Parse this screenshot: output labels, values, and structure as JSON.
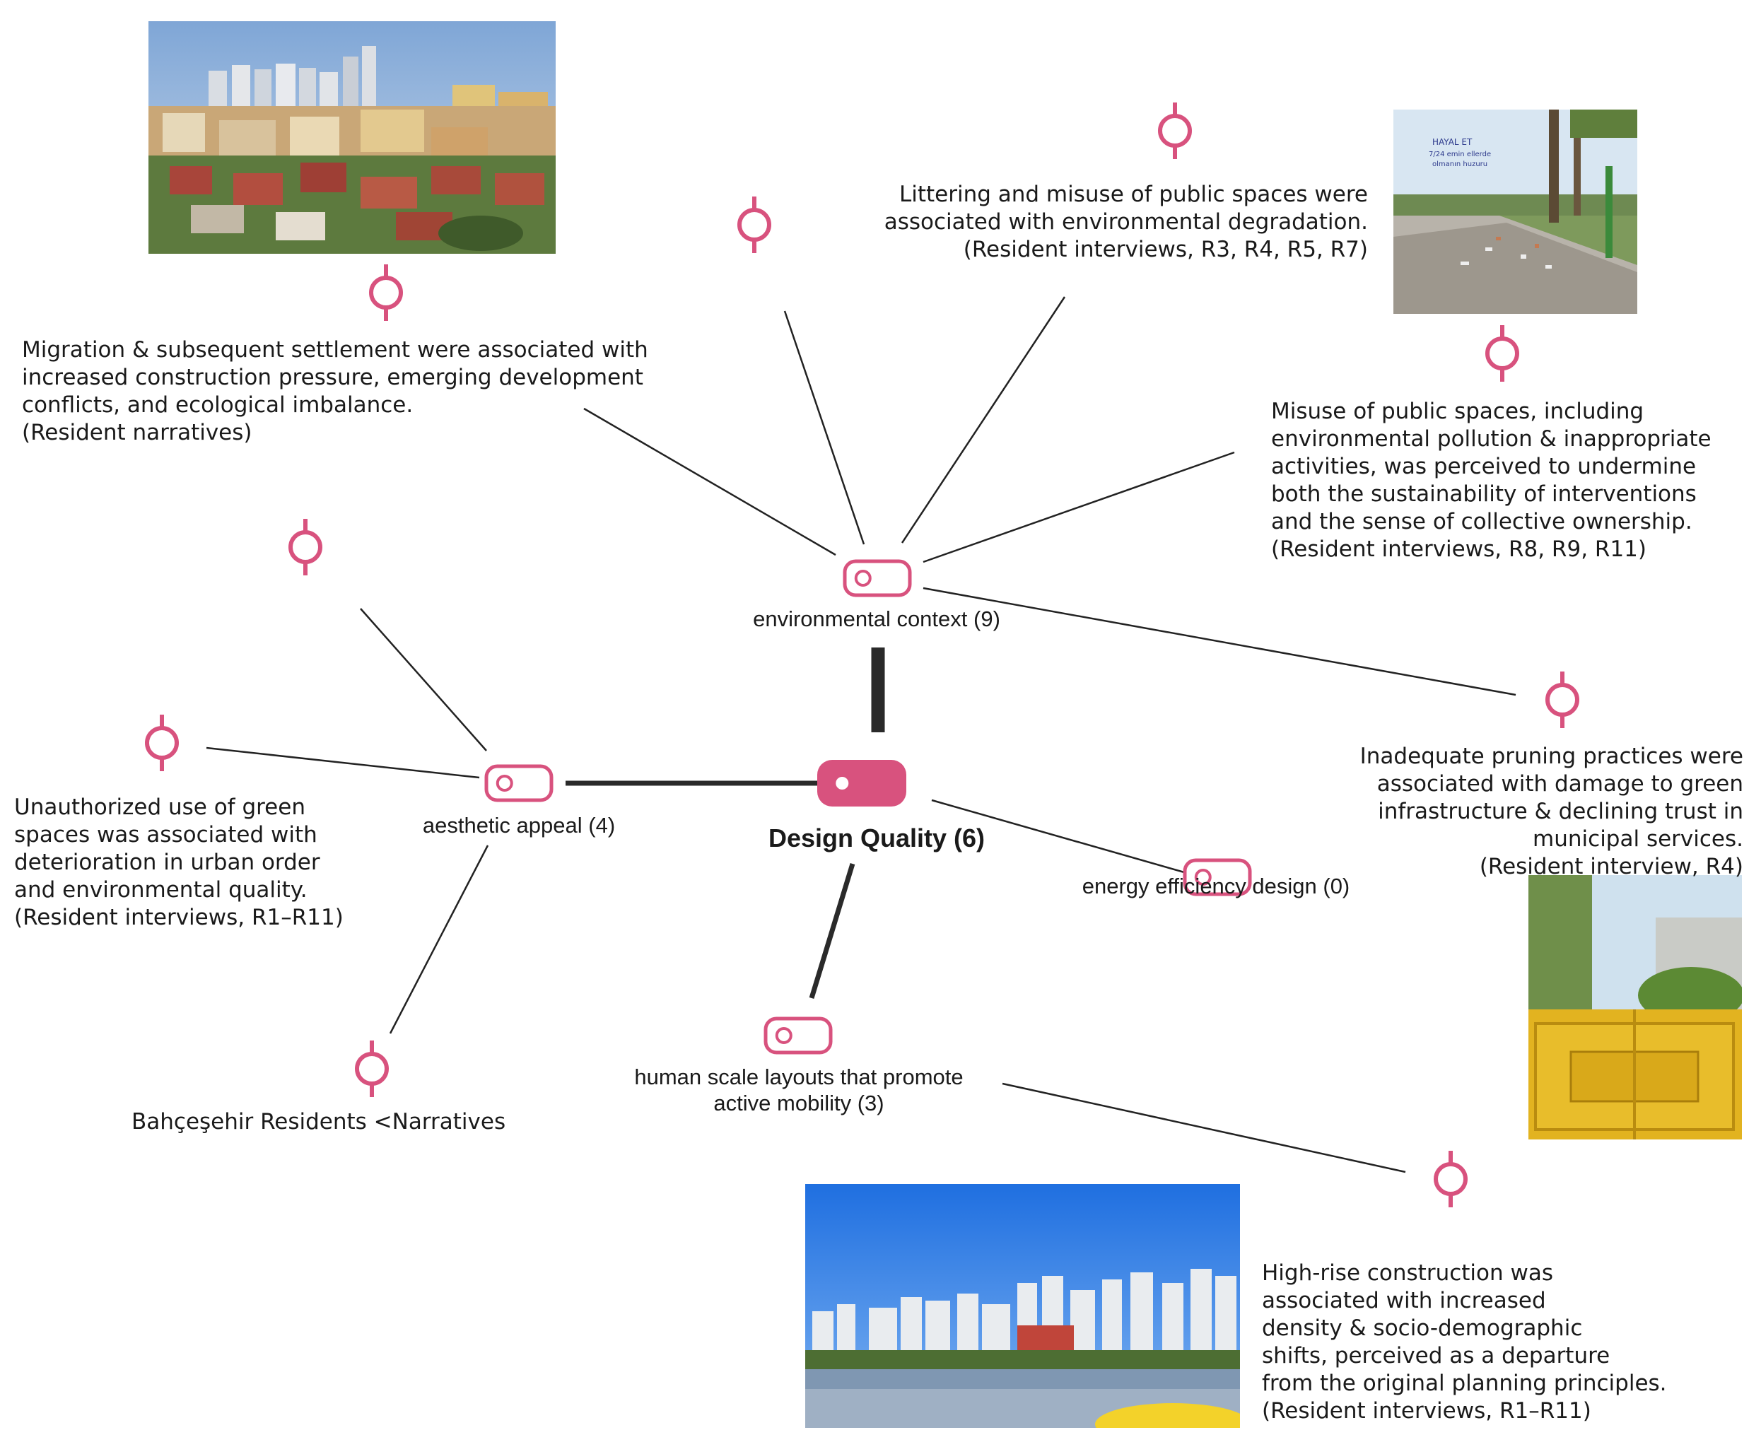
{
  "colors": {
    "accent": "#d8527e",
    "line": "#222222"
  },
  "core": {
    "label": "Design Quality (6)",
    "icon": "code-tag-icon"
  },
  "codes": [
    {
      "id": "environmental-context",
      "label": "environmental context (9)"
    },
    {
      "id": "aesthetic-appeal",
      "label": "aesthetic appeal (4)"
    },
    {
      "id": "energy-efficiency",
      "label": "energy efficiency design (0)"
    },
    {
      "id": "human-scale",
      "label": "human scale layouts that promote\nactive mobility (3)"
    }
  ],
  "quotations": [
    {
      "id": "migration",
      "text": "Migration & subsequent settlement were associated with\nincreased construction pressure, emerging development\nconflicts, and ecological imbalance.\n(Resident narratives)"
    },
    {
      "id": "littering",
      "text": "Littering and misuse of public spaces were\nassociated with environmental degradation.\n(Resident interviews, R3, R4, R5, R7)"
    },
    {
      "id": "misuse",
      "text": "Misuse of public spaces, including\nenvironmental pollution & inappropriate\nactivities, was perceived to undermine\nboth the sustainability of interventions\nand the sense of collective ownership.\n(Resident interviews, R8, R9, R11)"
    },
    {
      "id": "pruning",
      "text": "Inadequate pruning practices were\nassociated with damage to green\ninfrastructure & declining trust in\nmunicipal services.\n(Resident interview, R4)"
    },
    {
      "id": "unauthorized",
      "text": "Unauthorized use of green\nspaces was associated with\ndeterioration in urban order\nand environmental quality.\n(Resident interviews, R1–R11)"
    },
    {
      "id": "residents",
      "text": "Bahçeşehir Residents <Narratives"
    },
    {
      "id": "highrise",
      "text": "High-rise construction was\nassociated with increased\ndensity & socio-demographic\nshifts, perceived as a departure\nfrom the original planning principles.\n(Resident interviews, R1–R11)"
    }
  ],
  "photos": [
    {
      "id": "city-panorama",
      "depicts": "dense residential towers and red-roofed houses"
    },
    {
      "id": "sidewalk-litter",
      "depicts": "littered sidewalk beside a billboard",
      "sign_text": "HAYAL ET\n7/24 emin ellerde\nolmanın huzuru"
    },
    {
      "id": "yellow-truck",
      "depicts": "yellow municipal truck loaded with pruned branches"
    },
    {
      "id": "lake-skyline",
      "depicts": "high-rise skyline across a lake with yellow flowers"
    }
  ]
}
